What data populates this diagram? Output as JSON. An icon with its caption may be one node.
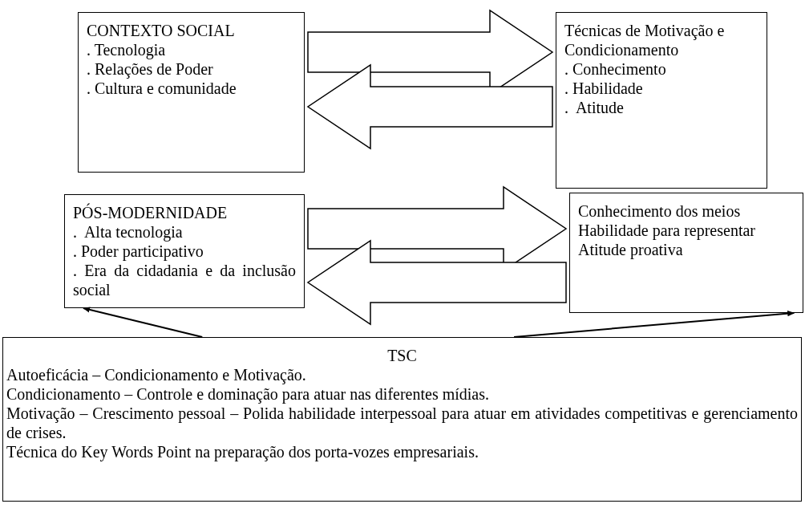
{
  "diagram": {
    "nodes": [
      {
        "text": [
          "CONTEXTO SOCIAL",
          ". Tecnologia",
          ". Relações de Poder",
          ". Cultura e comunidade"
        ]
      },
      {
        "text": [
          "Técnicas de Motivação e Condicionamento",
          ". Conhecimento",
          ". Habilidade",
          ".  Atitude"
        ]
      },
      {
        "text": [
          "PÓS-MODERNIDADE",
          ".  Alta tecnologia",
          ". Poder participativo",
          ". Era da cidadania e da inclusão social"
        ]
      },
      {
        "text": [
          "Conhecimento dos meios",
          "Habilidade para representar",
          "Atitude proativa"
        ]
      },
      {
        "text": [
          "TSC",
          "Autoeficácia – Condicionamento e Motivação.",
          "Condicionamento – Controle e dominação para atuar nas diferentes mídias.",
          "Motivação – Crescimento pessoal – Polida habilidade interpessoal para atuar em atividades competitivas e gerenciamento de crises.",
          "Técnica do Key Words Point na preparação dos porta-vozes empresariais."
        ]
      }
    ],
    "edges": [
      {
        "from": 0,
        "to": 1,
        "arrow": "to"
      },
      {
        "from": 1,
        "to": 0,
        "arrow": "to"
      },
      {
        "from": 2,
        "to": 3,
        "arrow": "to"
      },
      {
        "from": 3,
        "to": 2,
        "arrow": "to"
      },
      {
        "from": 4,
        "to": 2,
        "arrow": "to"
      },
      {
        "from": 4,
        "to": 3,
        "arrow": "to"
      }
    ]
  }
}
